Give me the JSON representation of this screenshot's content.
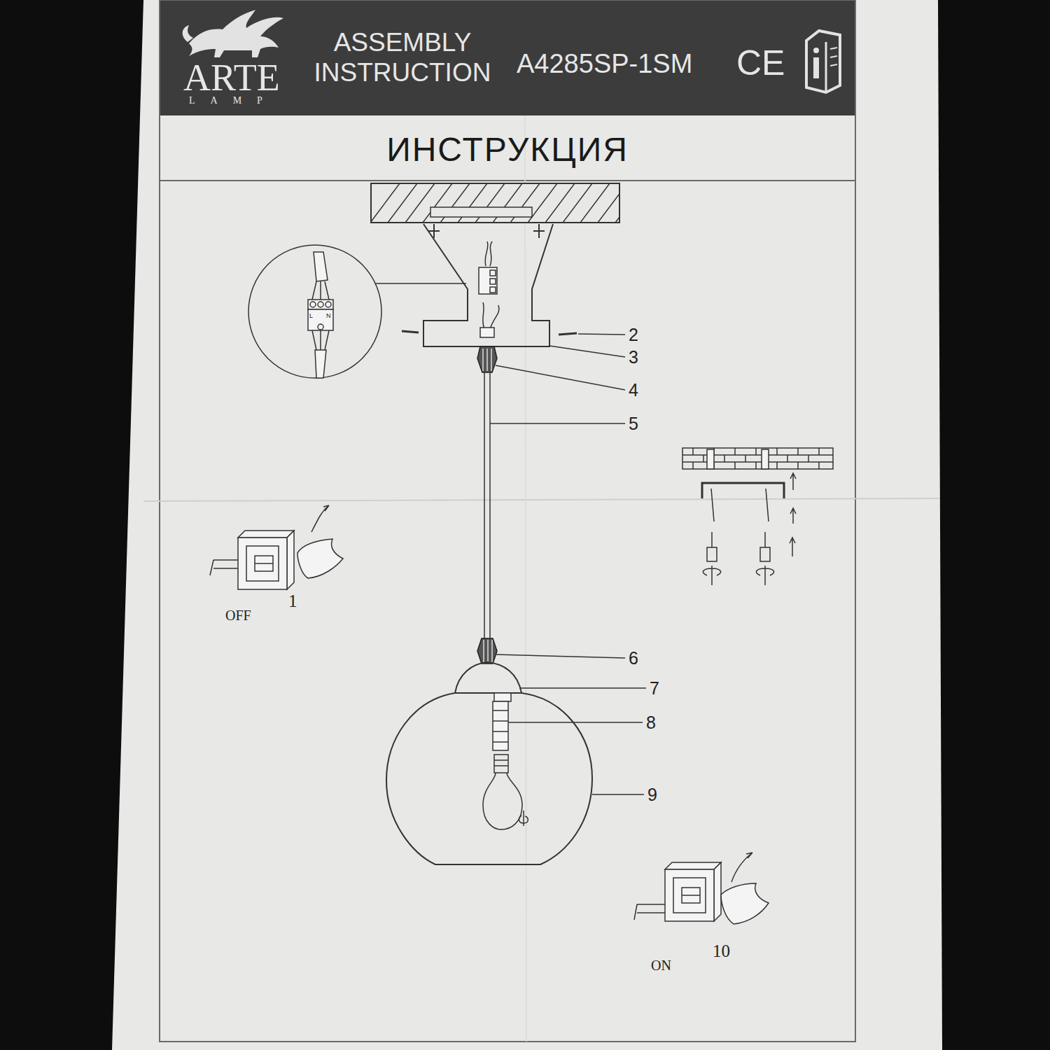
{
  "diagram": {
    "title": "ИНСТРУКЦИЯ",
    "labels": [
      "ARTE",
      "LAMP",
      "ASSEMBLY INSTRUCTION",
      "A4285SP-1SM",
      "CE",
      "L",
      "N",
      "2",
      "3",
      "4",
      "5",
      "6",
      "7",
      "8",
      "9",
      "OFF",
      "1",
      "ON",
      "10"
    ]
  }
}
